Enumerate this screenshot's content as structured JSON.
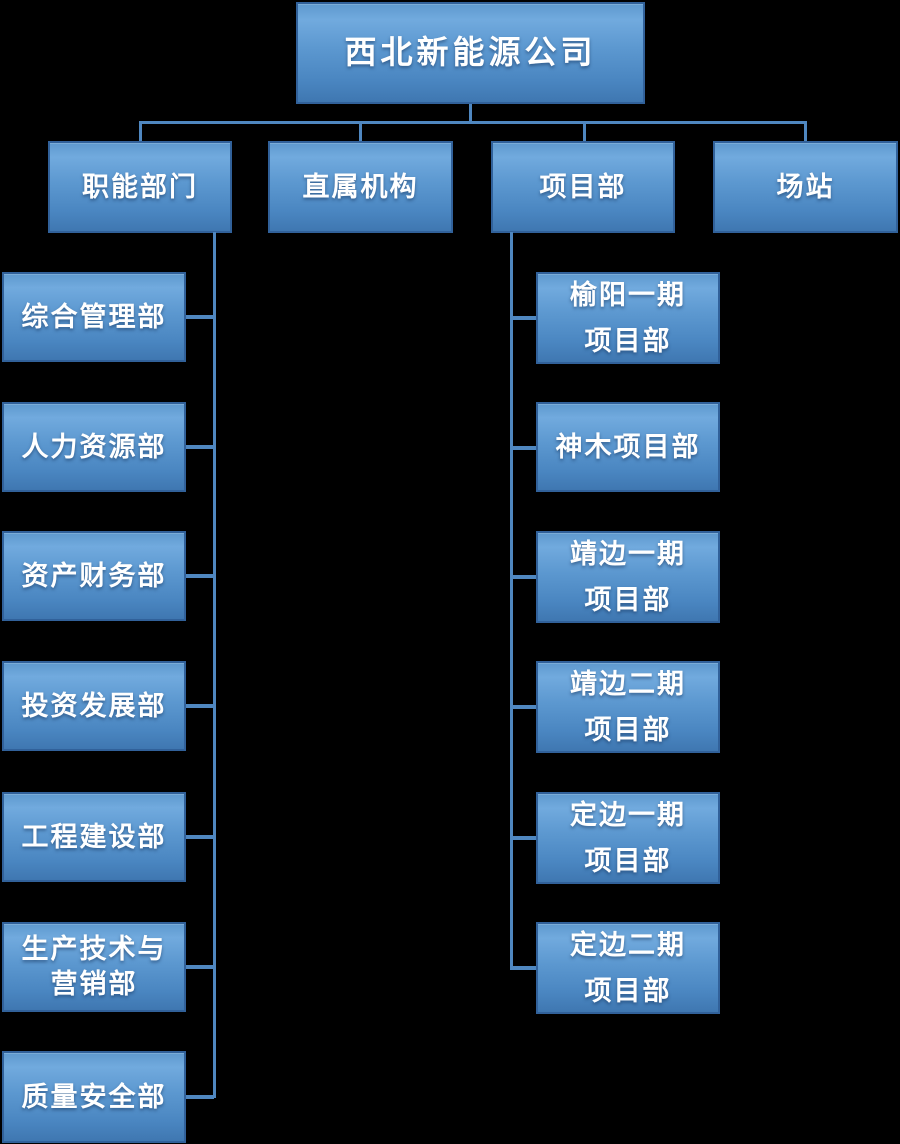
{
  "org": {
    "root": "西北新能源公司",
    "branches": [
      {
        "label": "职能部门",
        "children": [
          "综合管理部",
          "人力资源部",
          "资产财务部",
          "投资发展部",
          "工程建设部",
          "生产技术与\n营销部",
          "质量安全部"
        ]
      },
      {
        "label": "直属机构",
        "children": []
      },
      {
        "label": "项目部",
        "children": [
          "榆阳一期\n项目部",
          "神木项目部",
          "靖边一期\n项目部",
          "靖边二期\n项目部",
          "定边一期\n项目部",
          "定边二期\n项目部"
        ]
      },
      {
        "label": "场站",
        "children": []
      }
    ]
  },
  "colors": {
    "background": "#000000",
    "box_gradient_top": "#71aade",
    "box_gradient_bottom": "#3f77b1",
    "box_border": "#31619a",
    "connector": "#4f87c0",
    "text": "#ffffff"
  }
}
